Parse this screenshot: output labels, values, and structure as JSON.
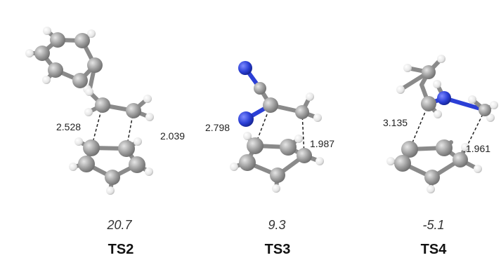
{
  "colors": {
    "carbon": "#9b9b9b",
    "hydrogen": "#e8e8e8",
    "nitrogen": "#2b3fd6"
  },
  "structures": [
    {
      "label": "TS2",
      "energy": "20.7",
      "distances": [
        "2.528",
        "2.039"
      ]
    },
    {
      "label": "TS3",
      "energy": "9.3",
      "distances": [
        "2.798",
        "1.987"
      ]
    },
    {
      "label": "TS4",
      "energy": "-5.1",
      "distances": [
        "3.135",
        "1.961"
      ]
    }
  ]
}
